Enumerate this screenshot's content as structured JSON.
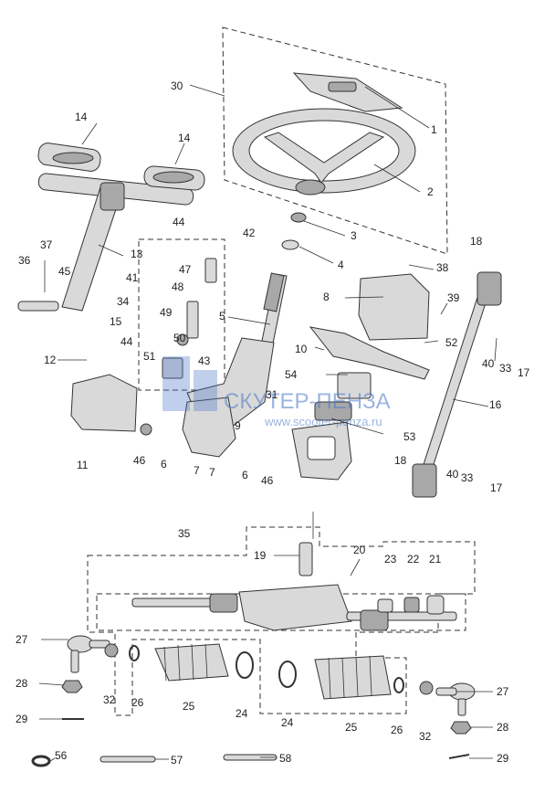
{
  "diagram": {
    "watermark": {
      "text": "СКУТЕР-ПЕНЗА",
      "url": "www.scooter-penza.ru"
    },
    "callouts": {
      "c1": "1",
      "c2": "2",
      "c3": "3",
      "c4": "4",
      "c5": "5",
      "c6a": "6",
      "c6b": "6",
      "c7a": "7",
      "c7b": "7",
      "c8": "8",
      "c9": "9",
      "c10": "10",
      "c11": "11",
      "c12": "12",
      "c13": "13",
      "c14a": "14",
      "c14b": "14",
      "c15": "15",
      "c16": "16",
      "c17a": "17",
      "c17b": "17",
      "c18a": "18",
      "c18b": "18",
      "c19": "19",
      "c20": "20",
      "c21": "21",
      "c22": "22",
      "c23": "23",
      "c24a": "24",
      "c24b": "24",
      "c25a": "25",
      "c25b": "25",
      "c26a": "26",
      "c26b": "26",
      "c27a": "27",
      "c27b": "27",
      "c28a": "28",
      "c28b": "28",
      "c29a": "29",
      "c29b": "29",
      "c30": "30",
      "c31": "31",
      "c32a": "32",
      "c32b": "32",
      "c33a": "33",
      "c33b": "33",
      "c34": "34",
      "c35": "35",
      "c36": "36",
      "c37": "37",
      "c38": "38",
      "c39": "39",
      "c40a": "40",
      "c40b": "40",
      "c41": "41",
      "c42": "42",
      "c43": "43",
      "c44a": "44",
      "c44b": "44",
      "c45": "45",
      "c46a": "46",
      "c46b": "46",
      "c47": "47",
      "c48": "48",
      "c49": "49",
      "c50": "50",
      "c51": "51",
      "c52": "52",
      "c53": "53",
      "c54": "54",
      "c56": "56",
      "c57": "57",
      "c58": "58"
    }
  }
}
